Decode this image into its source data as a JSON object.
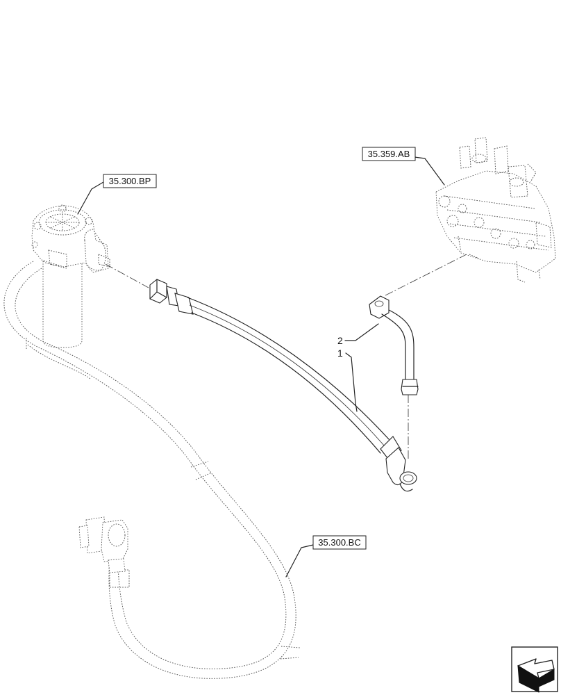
{
  "references": {
    "filter": "35.300.BP",
    "valve": "35.359.AB",
    "return_hose": "35.300.BC"
  },
  "callouts": {
    "hose": "1",
    "tube": "2"
  },
  "icons": {
    "corner": "view-direction-arrow-icon"
  }
}
